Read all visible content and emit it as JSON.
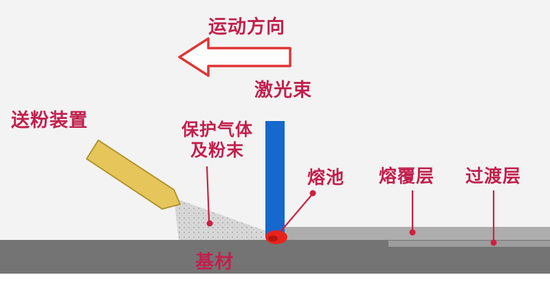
{
  "diagram": {
    "title_hint": "laser cladding process schematic",
    "labels": {
      "motion_direction": "运动方向",
      "laser_beam": "激光束",
      "powder_feeder": "送粉装置",
      "shield_gas_line1": "保护气体",
      "shield_gas_line2": "及粉末",
      "melt_pool": "熔池",
      "cladding_layer": "熔覆层",
      "transition_layer": "过渡层",
      "substrate": "基材"
    },
    "motion_arrow": {
      "direction": "left",
      "style": "outline"
    },
    "colors": {
      "label_text": "#c2204d",
      "arrow_outline": "#e13536",
      "leader_line": "#cf1f3f",
      "laser_beam": "#1668cc",
      "nozzle_fill": "#e6c65a",
      "nozzle_stroke": "#b1942f",
      "melt_pool": "#e8231a",
      "cladding_layer": "#adadad",
      "transition_layer": "#9d9d9d",
      "substrate": "#747474",
      "spray": "#d6d6d6",
      "background": "#f3f3f3"
    }
  }
}
